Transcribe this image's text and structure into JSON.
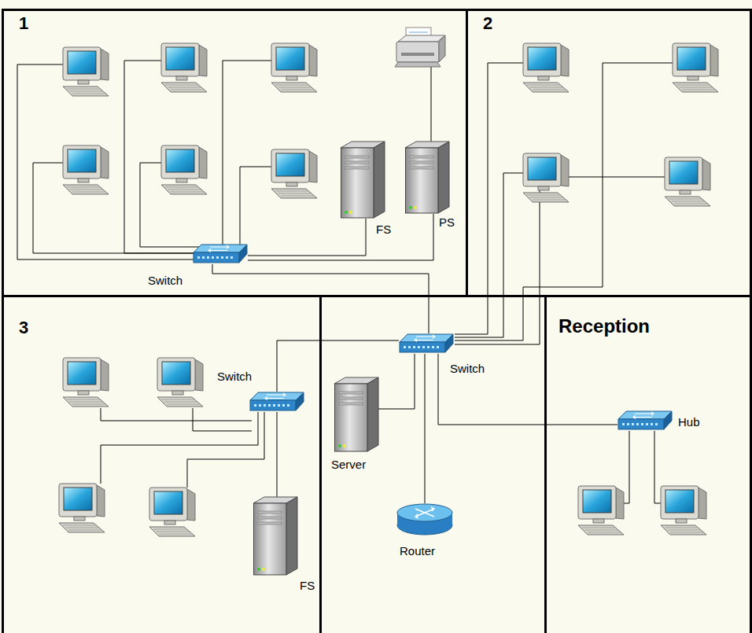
{
  "diagram": {
    "nodes": [
      {
        "text": [
          "1"
        ]
      },
      {
        "text": [
          "Switch"
        ],
        "in": 0
      },
      {
        "text": [
          "FS"
        ],
        "in": 0
      },
      {
        "text": [
          "PS"
        ],
        "in": 0
      },
      {
        "text": [
          "2"
        ]
      },
      {
        "text": [
          "3"
        ]
      },
      {
        "text": [
          "Switch"
        ],
        "in": 5
      },
      {
        "text": [
          "FS"
        ],
        "in": 5
      },
      {
        "text": [
          "Switch"
        ]
      },
      {
        "text": [
          "Server"
        ]
      },
      {
        "text": [
          "Router"
        ]
      },
      {
        "text": [
          "Reception"
        ]
      },
      {
        "text": [
          "Hub"
        ],
        "in": 11
      }
    ],
    "edges": [
      {
        "from": 1,
        "to": 2,
        "arrow": "none"
      },
      {
        "from": 1,
        "to": 3,
        "arrow": "none"
      },
      {
        "from": 1,
        "to": 8,
        "arrow": "none"
      },
      {
        "from": 6,
        "to": 7,
        "arrow": "none"
      },
      {
        "from": 6,
        "to": 8,
        "arrow": "none"
      },
      {
        "from": 8,
        "to": 9,
        "arrow": "none"
      },
      {
        "from": 8,
        "to": 10,
        "arrow": "none"
      },
      {
        "from": 8,
        "to": 12,
        "arrow": "none"
      }
    ]
  }
}
